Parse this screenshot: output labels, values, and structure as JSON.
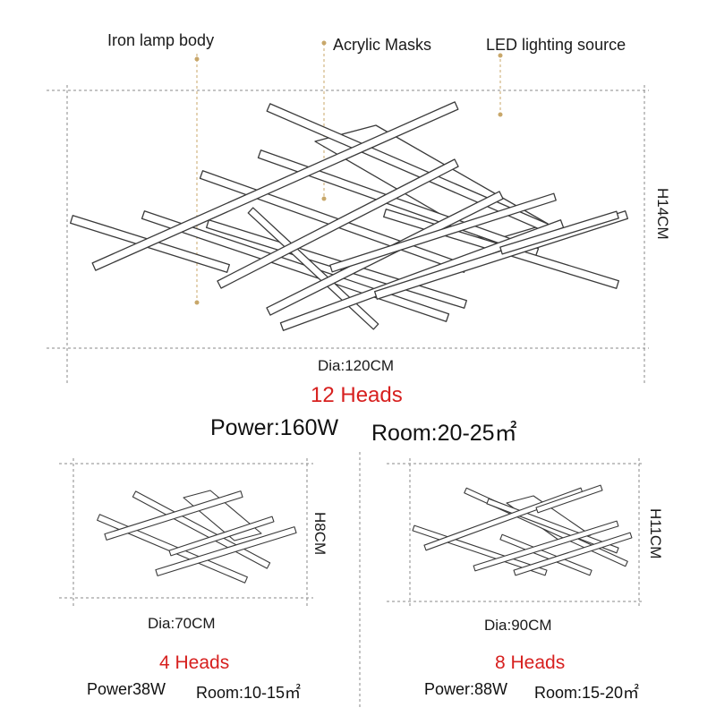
{
  "colors": {
    "heads_red": "#d7201f",
    "leader_gold": "#c8a76a",
    "dash_gray": "#8a8a8a",
    "lamp_stroke": "#3a3a3a"
  },
  "main": {
    "callouts": [
      "Iron lamp body",
      "Acrylic Masks",
      "LED lighting source"
    ],
    "height_label": "H14CM",
    "dia_label": "Dia:120CM",
    "heads": "12 Heads",
    "power": "Power:160W",
    "room": "Room:20-25㎡"
  },
  "small_left": {
    "height_label": "H8CM",
    "dia_label": "Dia:70CM",
    "heads": "4 Heads",
    "power": "Power38W",
    "room": "Room:10-15㎡"
  },
  "small_right": {
    "height_label": "H11CM",
    "dia_label": "Dia:90CM",
    "heads": "8 Heads",
    "power": "Power:88W",
    "room": "Room:15-20㎡"
  }
}
